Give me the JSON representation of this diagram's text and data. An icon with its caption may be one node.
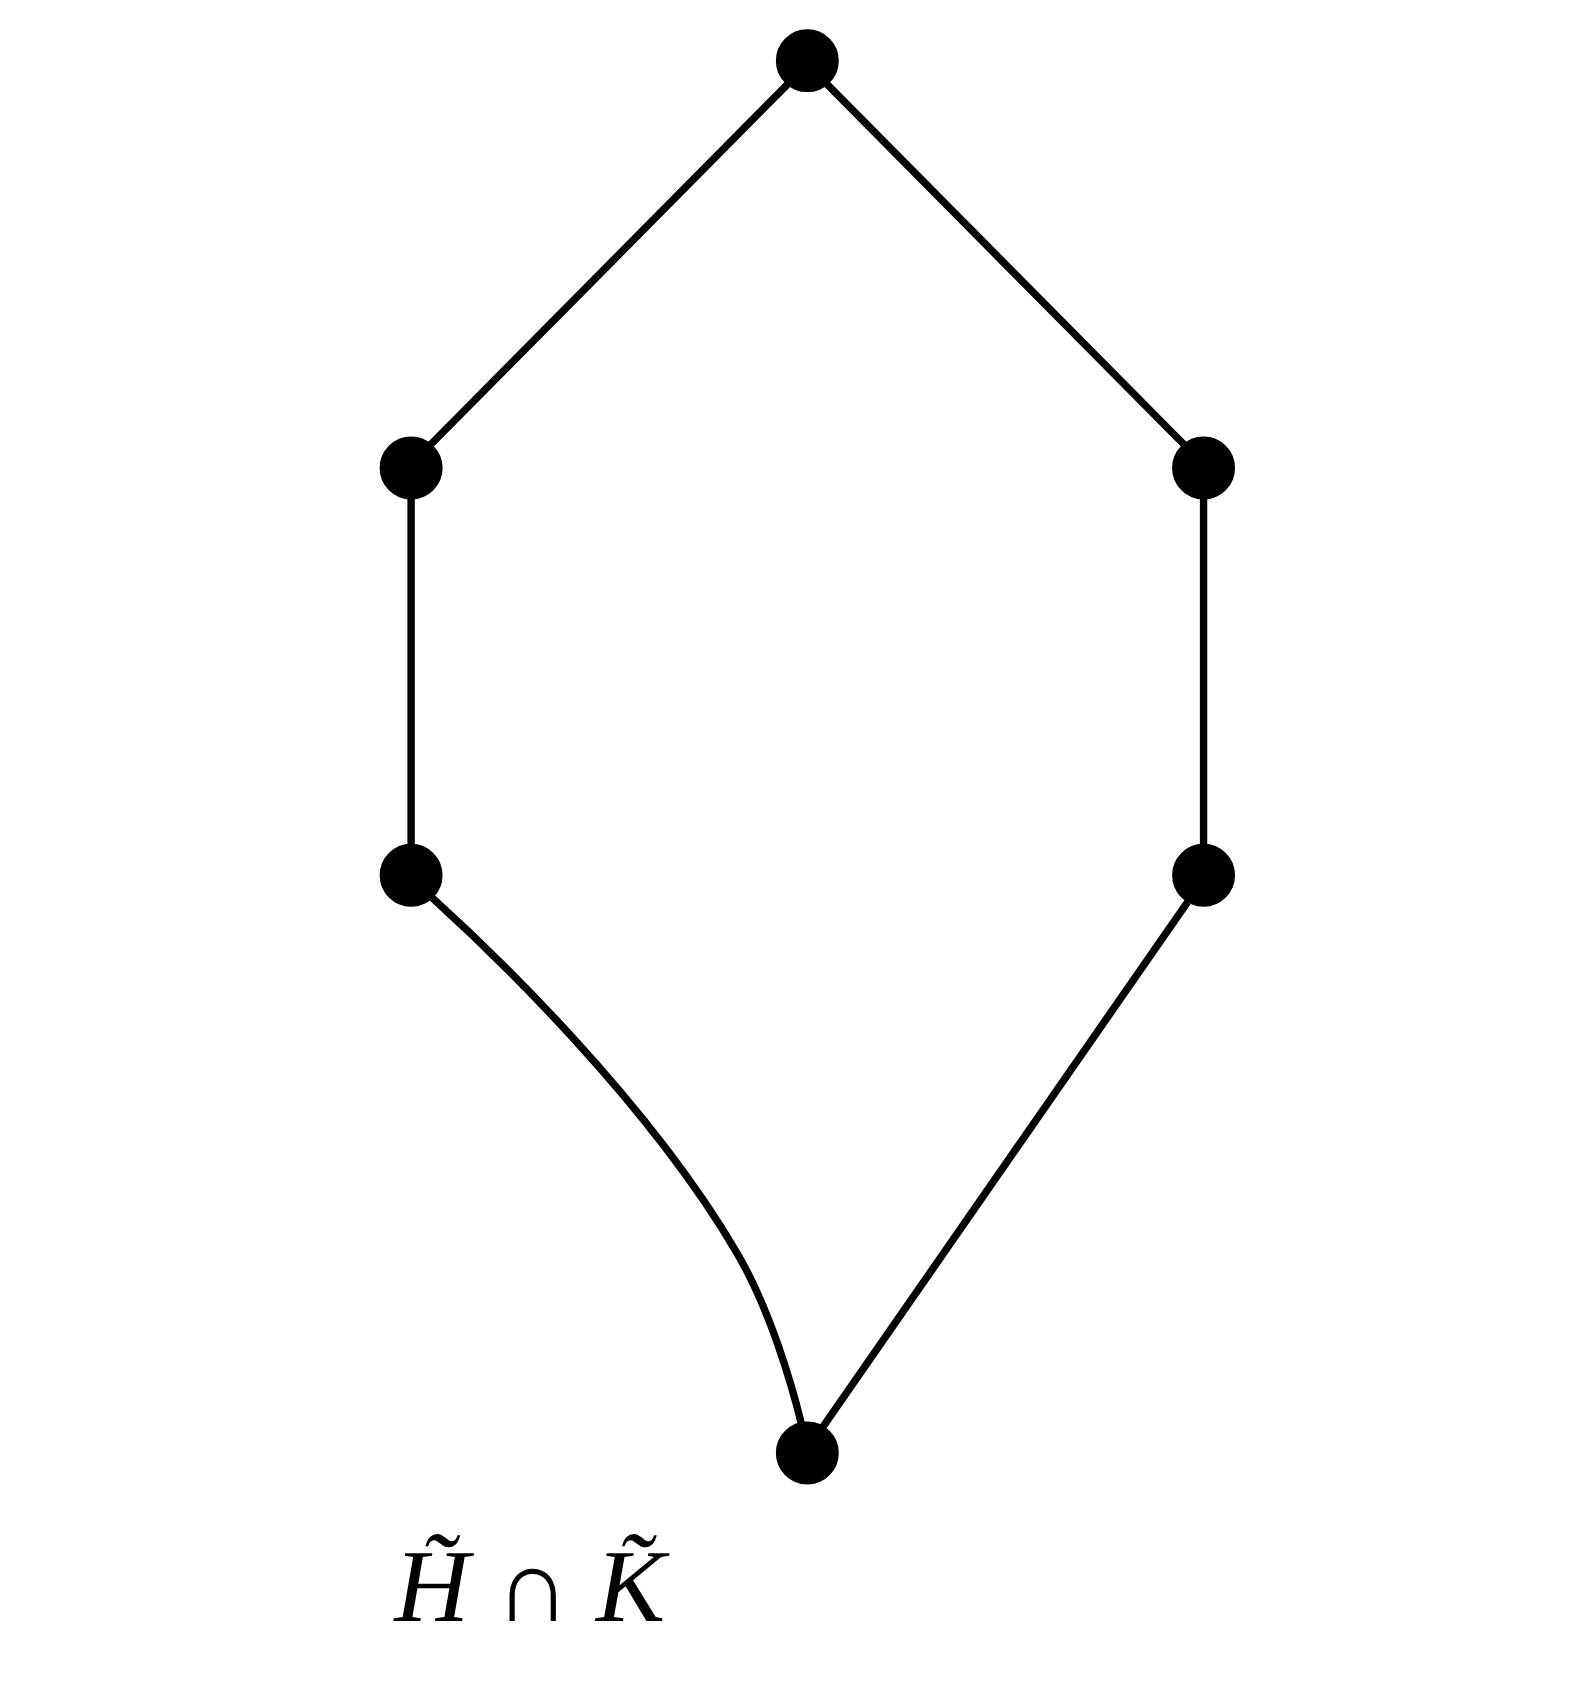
{
  "diagram": {
    "nodes": [
      {
        "text": [],
        "shape": "circle"
      },
      {
        "text": [],
        "shape": "circle"
      },
      {
        "text": [],
        "shape": "circle"
      },
      {
        "text": [],
        "shape": "circle"
      },
      {
        "text": [],
        "shape": "circle"
      },
      {
        "text": [],
        "shape": "circle",
        "beside": [
          "H̃ ∩ K̃"
        ]
      }
    ],
    "edges": [
      {
        "from": 0,
        "to": 1,
        "arrow": "none"
      },
      {
        "from": 0,
        "to": 2,
        "arrow": "none"
      },
      {
        "from": 1,
        "to": 3,
        "arrow": "none"
      },
      {
        "from": 2,
        "to": 4,
        "arrow": "none"
      },
      {
        "from": 3,
        "to": 5,
        "arrow": "none"
      },
      {
        "from": 4,
        "to": 5,
        "arrow": "none"
      }
    ]
  }
}
